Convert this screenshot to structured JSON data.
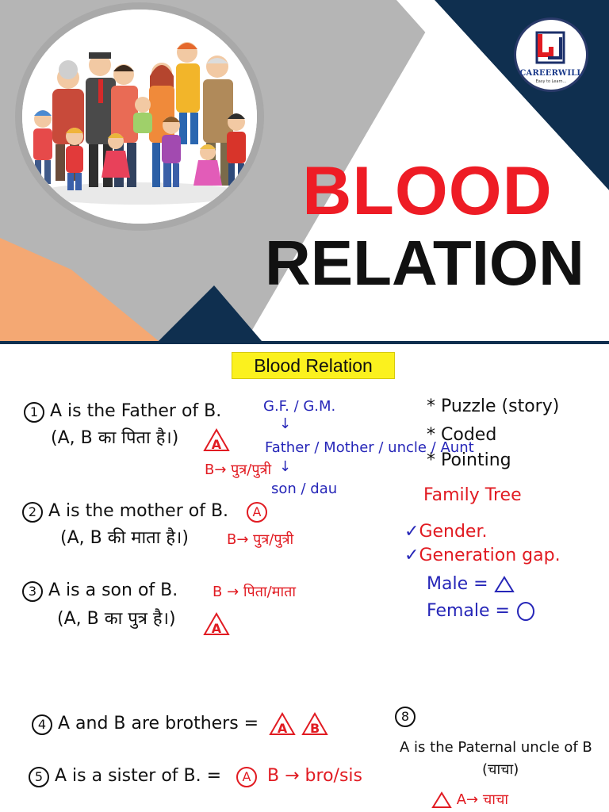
{
  "banner": {
    "title_line1": "BLOOD",
    "title_line2": "RELATION",
    "logo_name": "CAREERWILL",
    "logo_tagline": "Easy to Learn...",
    "colors": {
      "title_red": "#ee1c25",
      "title_black": "#111111",
      "navy": "#0f2f4f",
      "grey": "#b5b5b5",
      "peach": "#f4a873"
    },
    "illustration": "family-illustration"
  },
  "notes": {
    "heading": "Blood Relation",
    "item1": {
      "num": "1",
      "text": "A is the Father of B.",
      "sub": "(A, B का पिता है।)",
      "mark": "A",
      "relation": "B→ पुत्र/पुत्री"
    },
    "tree": {
      "top": "G.F. / G.M.",
      "middle": "Father / Mother / uncle / Aunt",
      "bottom": "son / dau"
    },
    "types": {
      "puzzle": "* Puzzle (story)",
      "coded": "* Coded",
      "pointing": "* Pointing"
    },
    "item2": {
      "num": "2",
      "text": "A is the mother of B.",
      "mark": "A",
      "sub": "(A, B की माता है।)",
      "relation": "B→ पुत्र/पुत्री"
    },
    "family_tree": "Family Tree",
    "gender": "Gender.",
    "generation": "Generation gap.",
    "male": "Male =",
    "female": "Female =",
    "item3": {
      "num": "3",
      "text": "A is a son of B.",
      "relation": "B → पिता/माता",
      "sub": "(A, B का पुत्र है।)",
      "mark": "A"
    },
    "item4": {
      "num": "4",
      "text": "A and B are brothers =",
      "mark_a": "A",
      "mark_b": "B"
    },
    "item5": {
      "num": "5",
      "text": "A is a sister of B. =",
      "mark": "A",
      "relation": "B → bro/sis"
    },
    "item8": {
      "num": "8",
      "text": "A is the Paternal uncle of B",
      "sub": "(चाचा)",
      "bottom": "A→ चाचा"
    }
  }
}
